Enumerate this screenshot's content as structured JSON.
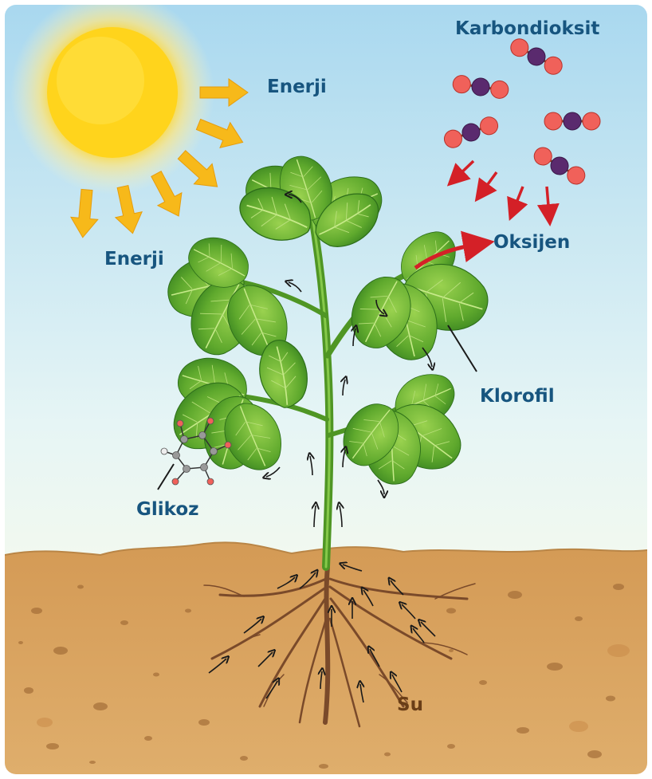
{
  "labels": {
    "energy_top": "Enerji",
    "energy_left": "Enerji",
    "carbon_dioxide": "Karbondioksit",
    "oxygen": "Oksijen",
    "chlorophyll": "Klorofil",
    "glucose": "Glikoz",
    "water": "Su"
  },
  "colors": {
    "sky_top": "#a9d8ef",
    "sky_bottom": "#eef8f3",
    "soil": "#d8a35f",
    "sun": "#ffd21a",
    "energy_arrow": "#f7b91a",
    "leaf": "#55a02a",
    "leaf_light": "#8fcc48",
    "stem": "#5fa52a",
    "root": "#7a4a2a",
    "oxygen_atom": "#f0615a",
    "carbon_atom": "#5a2a6e",
    "co2_arrow": "#d42027",
    "label_blue": "#17557f",
    "label_brown": "#6a3e17"
  },
  "icons": [
    "sun-icon",
    "energy-arrow-icon",
    "co2-molecule-icon",
    "glucose-molecule-icon",
    "flow-arrow-icon",
    "plant-icon",
    "root-icon"
  ]
}
